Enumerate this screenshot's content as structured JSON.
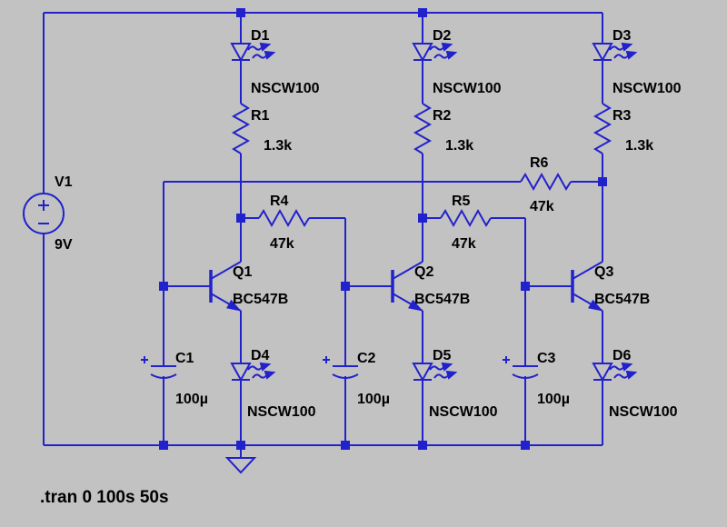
{
  "canvas": {
    "background": "#c2c2c2"
  },
  "colors": {
    "wire": "#2222cc",
    "label": "#000000"
  },
  "directive": ".tran 0 100s 50s",
  "components": {
    "V1": {
      "name": "V1",
      "value": "9V"
    },
    "D1": {
      "name": "D1",
      "value": "NSCW100"
    },
    "D2": {
      "name": "D2",
      "value": "NSCW100"
    },
    "D3": {
      "name": "D3",
      "value": "NSCW100"
    },
    "D4": {
      "name": "D4",
      "value": "NSCW100"
    },
    "D5": {
      "name": "D5",
      "value": "NSCW100"
    },
    "D6": {
      "name": "D6",
      "value": "NSCW100"
    },
    "R1": {
      "name": "R1",
      "value": "1.3k"
    },
    "R2": {
      "name": "R2",
      "value": "1.3k"
    },
    "R3": {
      "name": "R3",
      "value": "1.3k"
    },
    "R4": {
      "name": "R4",
      "value": "47k"
    },
    "R5": {
      "name": "R5",
      "value": "47k"
    },
    "R6": {
      "name": "R6",
      "value": "47k"
    },
    "Q1": {
      "name": "Q1",
      "value": "BC547B"
    },
    "Q2": {
      "name": "Q2",
      "value": "BC547B"
    },
    "Q3": {
      "name": "Q3",
      "value": "BC547B"
    },
    "C1": {
      "name": "C1",
      "value": "100µ"
    },
    "C2": {
      "name": "C2",
      "value": "100µ"
    },
    "C3": {
      "name": "C3",
      "value": "100µ"
    }
  }
}
